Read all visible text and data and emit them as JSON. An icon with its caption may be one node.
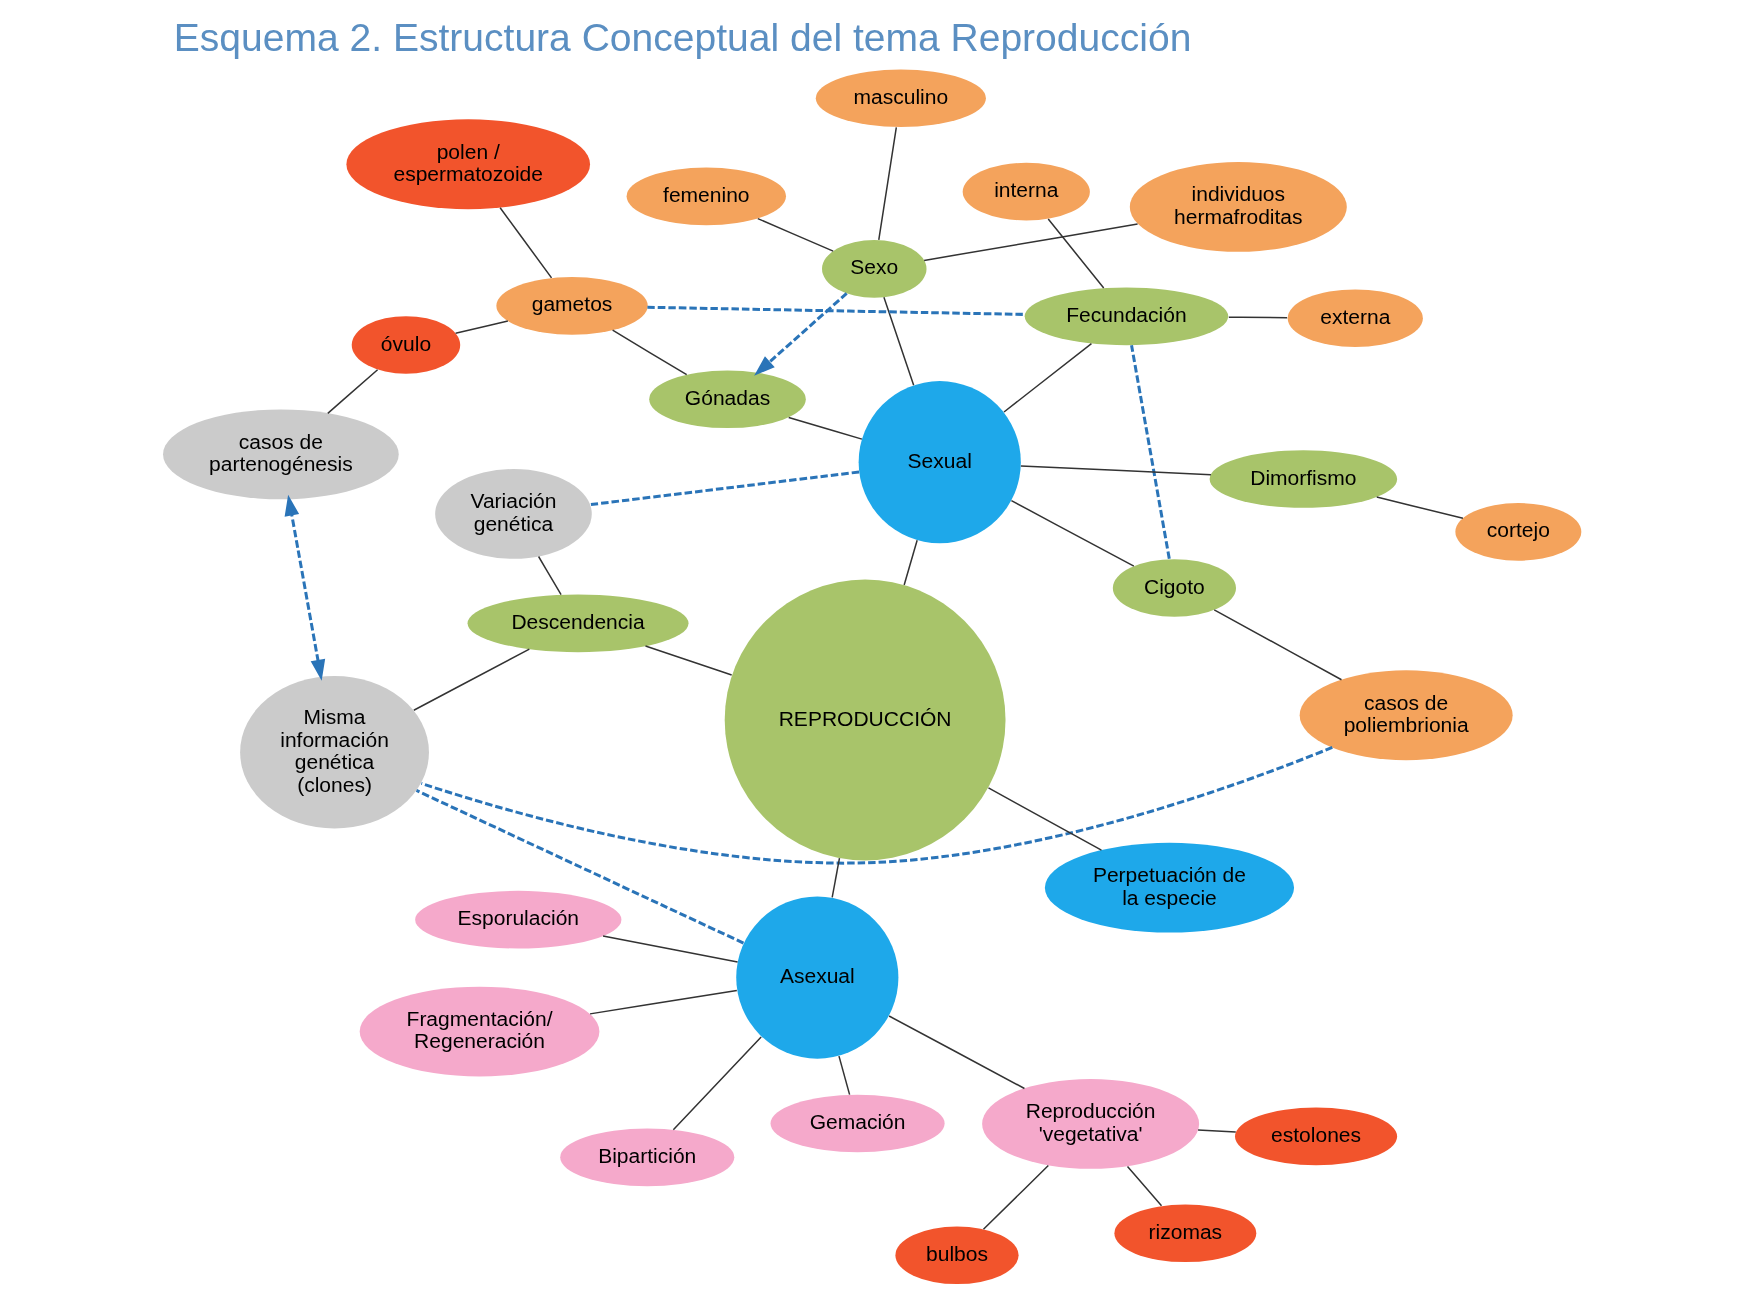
{
  "diagram": {
    "title": "Esquema 2. Estructura Conceptual del tema Reproducción",
    "nodes": [
      {
        "text": [
          "Misma información genética (clones)"
        ]
      },
      {
        "text": [
          "Perpetuación de la especie"
        ]
      },
      {
        "text": [
          "Descendencia"
        ]
      },
      {
        "text": [
          "Variación genética"
        ]
      },
      {
        "text": [
          "casos de poliembrionia"
        ]
      },
      {
        "text": [
          "Bipartición"
        ]
      },
      {
        "text": [
          "Gemación"
        ]
      },
      {
        "text": [
          "Cigoto"
        ]
      },
      {
        "text": [
          "REPRODUCCIÓN"
        ]
      },
      {
        "text": [
          "Asexual"
        ]
      },
      {
        "text": [
          "Sexual"
        ]
      },
      {
        "text": [
          "Fragmentación/ Regeneración"
        ]
      },
      {
        "text": [
          "Fecundación"
        ]
      },
      {
        "text": [
          "externa"
        ]
      },
      {
        "text": [
          "masculino"
        ]
      },
      {
        "text": [
          "Sexo"
        ]
      },
      {
        "text": [
          "Dimorfismo"
        ]
      },
      {
        "text": [
          "interna"
        ]
      },
      {
        "text": [
          "Gónadas"
        ]
      },
      {
        "text": [
          "Esporulación"
        ]
      },
      {
        "text": [
          "Reproducción 'vegetativa'"
        ]
      },
      {
        "text": [
          "femenino"
        ]
      },
      {
        "text": [
          "individuos hermafroditas"
        ]
      },
      {
        "text": [
          "cortejo"
        ]
      },
      {
        "text": [
          "gametos"
        ]
      },
      {
        "text": [
          "bulbos"
        ]
      },
      {
        "text": [
          "estolones"
        ]
      },
      {
        "text": [
          "polen / espermatozoide"
        ]
      },
      {
        "text": [
          "óvulo"
        ]
      },
      {
        "text": [
          "rizomas"
        ]
      },
      {
        "text": [
          "casos de partenogénesis"
        ]
      }
    ],
    "edges": [
      {
        "from": 8,
        "to": 1,
        "arrow": "none"
      },
      {
        "from": 8,
        "to": 2,
        "arrow": "none"
      },
      {
        "from": 8,
        "to": 9,
        "arrow": "none"
      },
      {
        "from": 8,
        "to": 10,
        "arrow": "none"
      },
      {
        "from": 2,
        "to": 0,
        "arrow": "none"
      },
      {
        "from": 2,
        "to": 3,
        "arrow": "none"
      },
      {
        "from": 9,
        "to": 5,
        "arrow": "none"
      },
      {
        "from": 9,
        "to": 6,
        "arrow": "none"
      },
      {
        "from": 9,
        "to": 11,
        "arrow": "none"
      },
      {
        "from": 9,
        "to": 19,
        "arrow": "none"
      },
      {
        "from": 9,
        "to": 20,
        "arrow": "none"
      },
      {
        "from": 20,
        "to": 26,
        "arrow": "none"
      },
      {
        "from": 20,
        "to": 29,
        "arrow": "none"
      },
      {
        "from": 20,
        "to": 25,
        "arrow": "none"
      },
      {
        "from": 10,
        "to": 7,
        "arrow": "none"
      },
      {
        "from": 10,
        "to": 12,
        "arrow": "none"
      },
      {
        "from": 10,
        "to": 15,
        "arrow": "none"
      },
      {
        "from": 10,
        "to": 18,
        "arrow": "none"
      },
      {
        "from": 10,
        "to": 16,
        "arrow": "none"
      },
      {
        "from": 7,
        "to": 4,
        "arrow": "none"
      },
      {
        "from": 12,
        "to": 13,
        "arrow": "none"
      },
      {
        "from": 12,
        "to": 17,
        "arrow": "none"
      },
      {
        "from": 15,
        "to": 14,
        "arrow": "none"
      },
      {
        "from": 15,
        "to": 21,
        "arrow": "none"
      },
      {
        "from": 15,
        "to": 22,
        "arrow": "none"
      },
      {
        "from": 16,
        "to": 23,
        "arrow": "none"
      },
      {
        "from": 18,
        "to": 24,
        "arrow": "none"
      },
      {
        "from": 24,
        "to": 27,
        "arrow": "none"
      },
      {
        "from": 24,
        "to": 28,
        "arrow": "none"
      },
      {
        "from": 28,
        "to": 30,
        "arrow": "none"
      },
      {
        "from": 9,
        "to": 0,
        "arrow": "none",
        "style": "dashed",
        "color": "#2a74b8"
      },
      {
        "from": 4,
        "to": 0,
        "arrow": "none",
        "style": "dashed",
        "color": "#2a74b8"
      },
      {
        "from": 10,
        "to": 3,
        "arrow": "none",
        "style": "dashed",
        "color": "#2a74b8"
      },
      {
        "from": 0,
        "to": 30,
        "arrow": "both",
        "style": "dashed",
        "color": "#2a74b8"
      },
      {
        "from": 7,
        "to": 12,
        "arrow": "none",
        "style": "dashed",
        "color": "#2a74b8"
      },
      {
        "from": 15,
        "to": 18,
        "arrow": "to",
        "style": "dashed",
        "color": "#2a74b8"
      },
      {
        "from": 24,
        "to": 12,
        "arrow": "none",
        "style": "dashed",
        "color": "#2a74b8"
      }
    ]
  }
}
